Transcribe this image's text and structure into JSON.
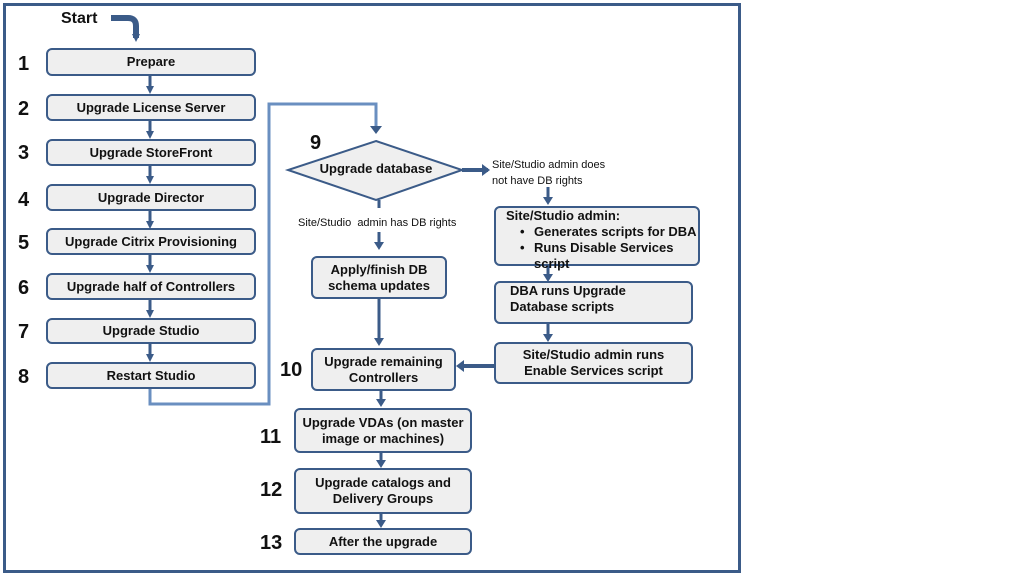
{
  "start_label": "Start",
  "steps": [
    {
      "num": "1",
      "label": "Prepare"
    },
    {
      "num": "2",
      "label": "Upgrade License Server"
    },
    {
      "num": "3",
      "label": "Upgrade StoreFront"
    },
    {
      "num": "4",
      "label": "Upgrade Director"
    },
    {
      "num": "5",
      "label": "Upgrade Citrix Provisioning"
    },
    {
      "num": "6",
      "label": "Upgrade half of Controllers"
    },
    {
      "num": "7",
      "label": "Upgrade Studio"
    },
    {
      "num": "8",
      "label": "Restart Studio"
    }
  ],
  "db_step": {
    "num": "9",
    "label": "Upgrade database"
  },
  "branch_has_rights": {
    "condition": "Site/Studio  admin has DB rights",
    "action_line1": "Apply/finish DB",
    "action_line2": "schema updates"
  },
  "branch_no_rights": {
    "condition_line1": "Site/Studio admin does",
    "condition_line2": "not  have  DB rights",
    "admin_title": "Site/Studio admin:",
    "admin_bullets": [
      "Generates scripts for DBA",
      "Runs Disable Services script"
    ],
    "dba_line1": "DBA runs Upgrade",
    "dba_line2": "Database scripts",
    "enable_line1": "Site/Studio admin runs",
    "enable_line2": "Enable Services script"
  },
  "final_steps": [
    {
      "num": "10",
      "line1": "Upgrade remaining",
      "line2": "Controllers"
    },
    {
      "num": "11",
      "line1": "Upgrade VDAs (on master",
      "line2": "image or machines)"
    },
    {
      "num": "12",
      "line1": "Upgrade catalogs and",
      "line2": "Delivery Groups"
    },
    {
      "num": "13",
      "line1": "After the upgrade",
      "line2": ""
    }
  ],
  "colors": {
    "border": "#3b5b88",
    "box_fill": "#efefef",
    "arrow": "#3b5b88",
    "connector": "#6a8fc0"
  }
}
